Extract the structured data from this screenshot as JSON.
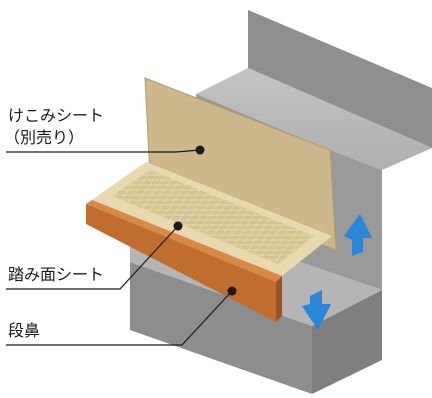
{
  "labels": {
    "kekomi_line1": "けこみシート",
    "kekomi_line2": "（別売り）",
    "fumizura": "踏み面シート",
    "danbana": "段鼻"
  },
  "colors": {
    "wall_dark": "#8f8f8f",
    "wall_light": "#b9b9b9",
    "step_top": "#a9a9a9",
    "riser_sheet": "#cbb58a",
    "tread_sheet": "#e4d3a6",
    "nosing": "#c7763a",
    "arrow": "#2a86d6",
    "leader": "#1a1a1a"
  }
}
